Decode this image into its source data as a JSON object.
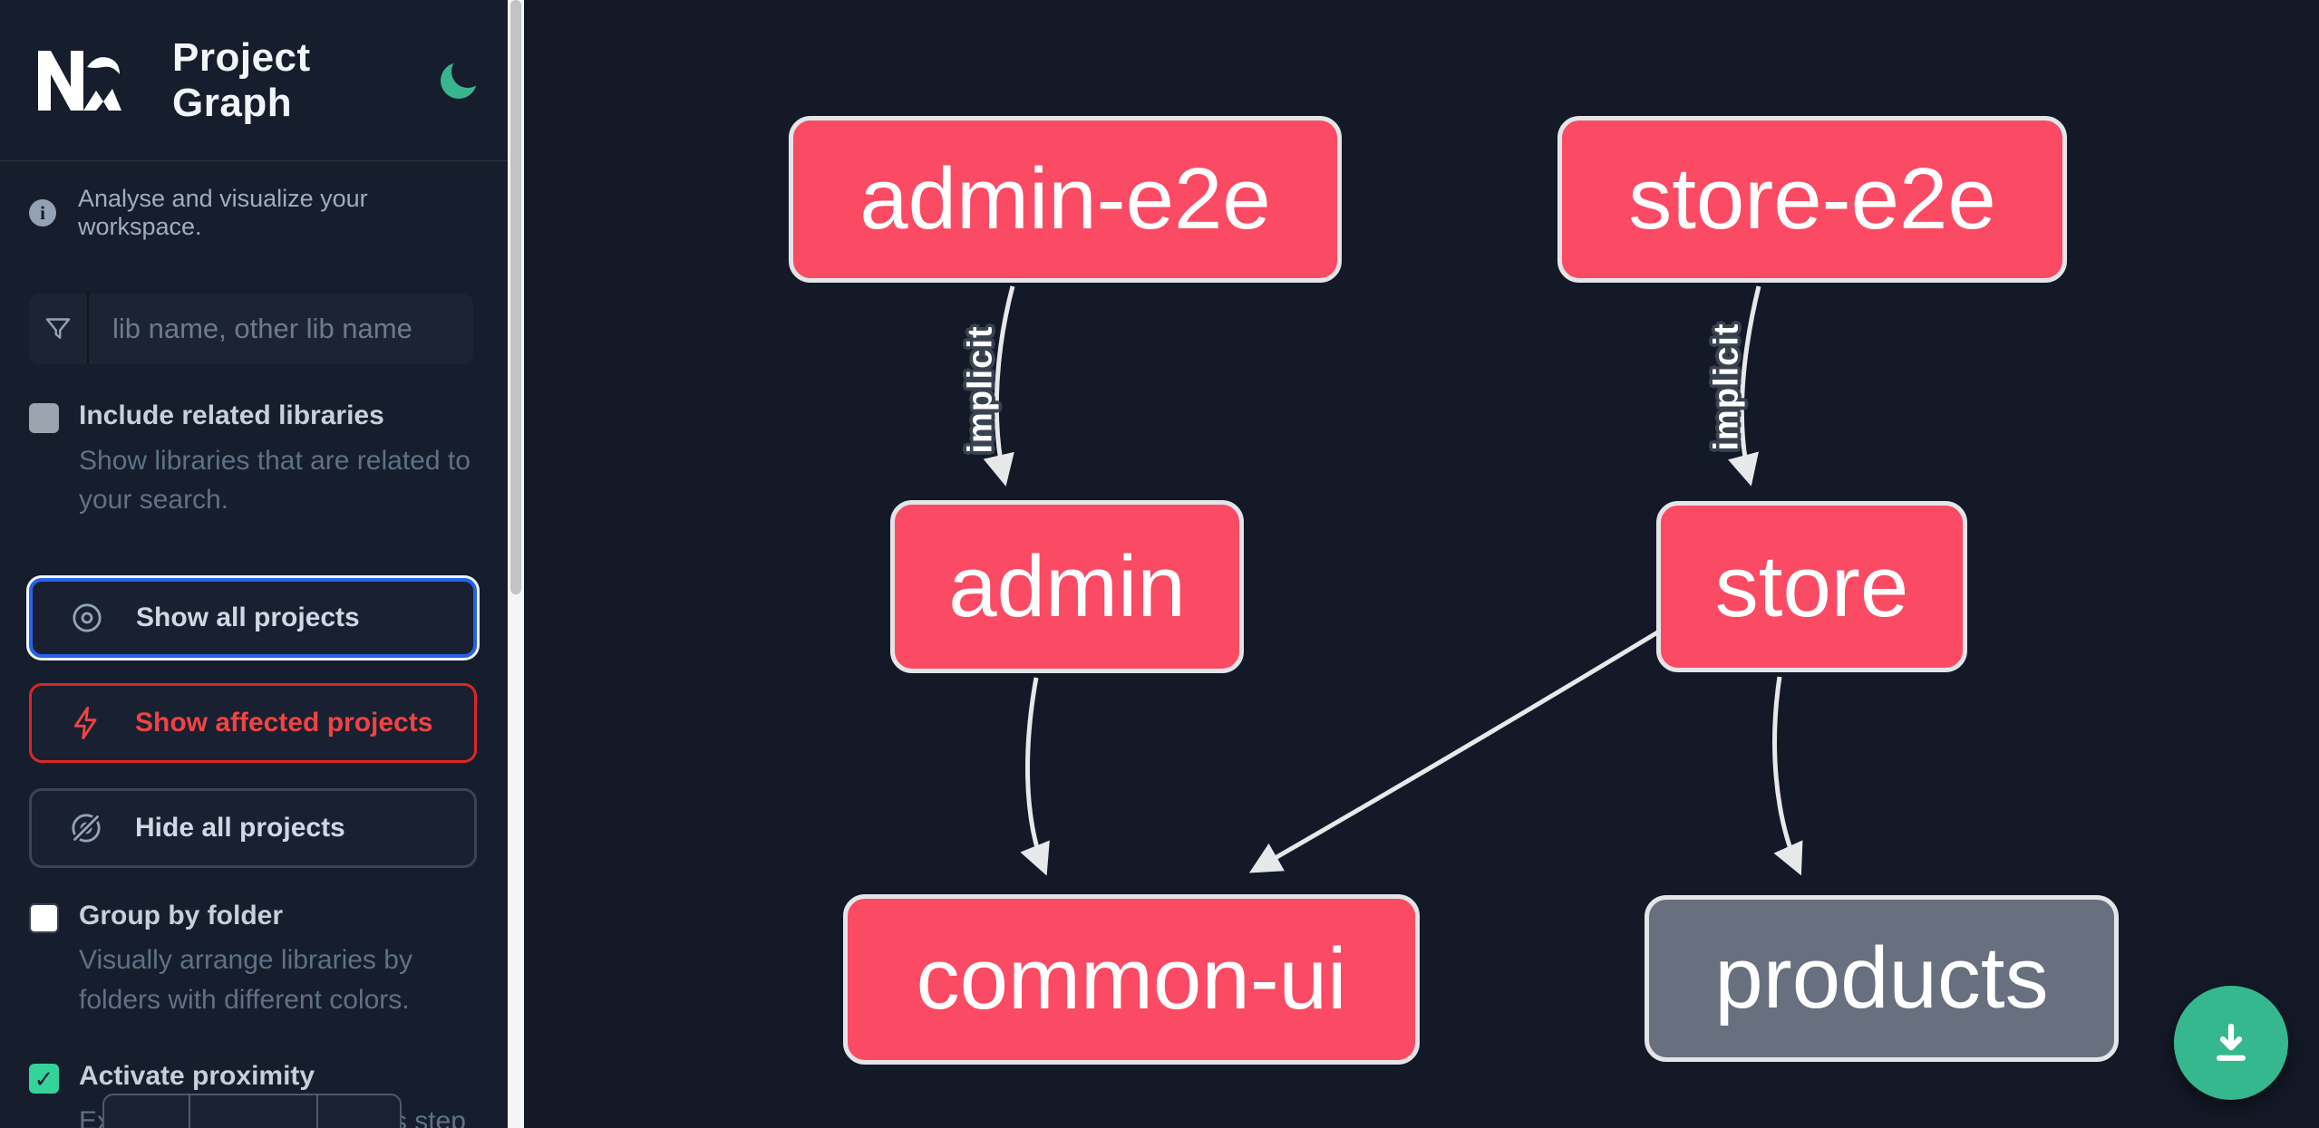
{
  "header": {
    "title": "Project Graph",
    "logo": "nx-logo",
    "theme_toggle_icon": "moon"
  },
  "sidebar": {
    "tagline": "Analyse and visualize your workspace.",
    "search": {
      "placeholder": "lib name, other lib name"
    },
    "include_related": {
      "label": "Include related libraries",
      "description": "Show libraries that are related to your search.",
      "checked": false
    },
    "actions": {
      "show_all": "Show all projects",
      "show_affected": "Show affected projects",
      "hide_all": "Hide all projects"
    },
    "group_by_folder": {
      "label": "Group by folder",
      "description": "Visually arrange libraries by folders with different colors.",
      "checked": false
    },
    "activate_proximity": {
      "label": "Activate proximity",
      "description": "Explore connected libraries step by step.",
      "checked": true
    }
  },
  "graph": {
    "nodes": [
      {
        "id": "admin-e2e",
        "label": "admin-e2e",
        "state": "affected"
      },
      {
        "id": "store-e2e",
        "label": "store-e2e",
        "state": "affected"
      },
      {
        "id": "admin",
        "label": "admin",
        "state": "affected"
      },
      {
        "id": "store",
        "label": "store",
        "state": "affected"
      },
      {
        "id": "common-ui",
        "label": "common-ui",
        "state": "affected"
      },
      {
        "id": "products",
        "label": "products",
        "state": "default"
      }
    ],
    "edges": [
      {
        "from": "admin-e2e",
        "to": "admin",
        "label": "implicit"
      },
      {
        "from": "store-e2e",
        "to": "store",
        "label": "implicit"
      },
      {
        "from": "admin",
        "to": "common-ui",
        "label": ""
      },
      {
        "from": "store",
        "to": "common-ui",
        "label": ""
      },
      {
        "from": "store",
        "to": "products",
        "label": ""
      }
    ]
  },
  "icons": {
    "check": "✓",
    "info": "i"
  },
  "colors": {
    "affected_node": "#fb4a63",
    "plain_node": "#686f7e",
    "node_border": "#e4e5e9",
    "edge": "#e6e8ea",
    "accent_green": "#35b88e",
    "focus_blue": "#2563eb",
    "affected_red": "#ef4444",
    "sidebar_bg": "#161d2c",
    "canvas_bg": "#131927"
  },
  "fab": {
    "icon": "download"
  }
}
